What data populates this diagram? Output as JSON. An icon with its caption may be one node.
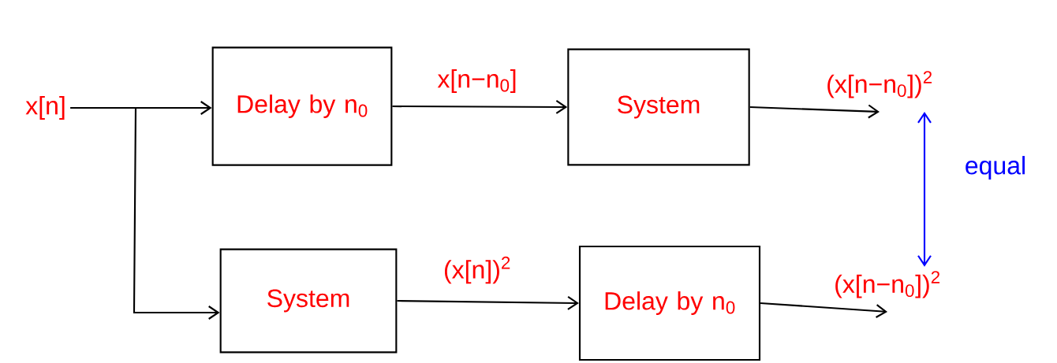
{
  "diagram": {
    "nodes": [
      {
        "text": [
          "x[n]"
        ]
      },
      {
        "text": [
          "Delay by n$_{0}$"
        ]
      },
      {
        "text": [
          "System"
        ]
      },
      {
        "text": [
          "(x[n−n$_{0}$])$^{2}$"
        ]
      },
      {
        "text": [
          "System"
        ]
      },
      {
        "text": [
          "Delay by n$_{0}$"
        ]
      },
      {
        "text": [
          "(x[n−n$_{0}$])$^{2}$"
        ]
      }
    ],
    "edges": [
      {
        "from": 0,
        "to": 1,
        "arrow": "to"
      },
      {
        "from": 0,
        "to": 4,
        "arrow": "to"
      },
      {
        "from": 1,
        "to": 2,
        "arrow": "to",
        "label": "x[n−n$_{0}$]"
      },
      {
        "from": 2,
        "to": 3,
        "arrow": "to"
      },
      {
        "from": 4,
        "to": 5,
        "arrow": "to",
        "label": "(x[n])$^{2}$"
      },
      {
        "from": 5,
        "to": 6,
        "arrow": "to"
      },
      {
        "from": 3,
        "to": 6,
        "arrow": "both",
        "label": "equal",
        "color": "#0000ff"
      }
    ]
  }
}
